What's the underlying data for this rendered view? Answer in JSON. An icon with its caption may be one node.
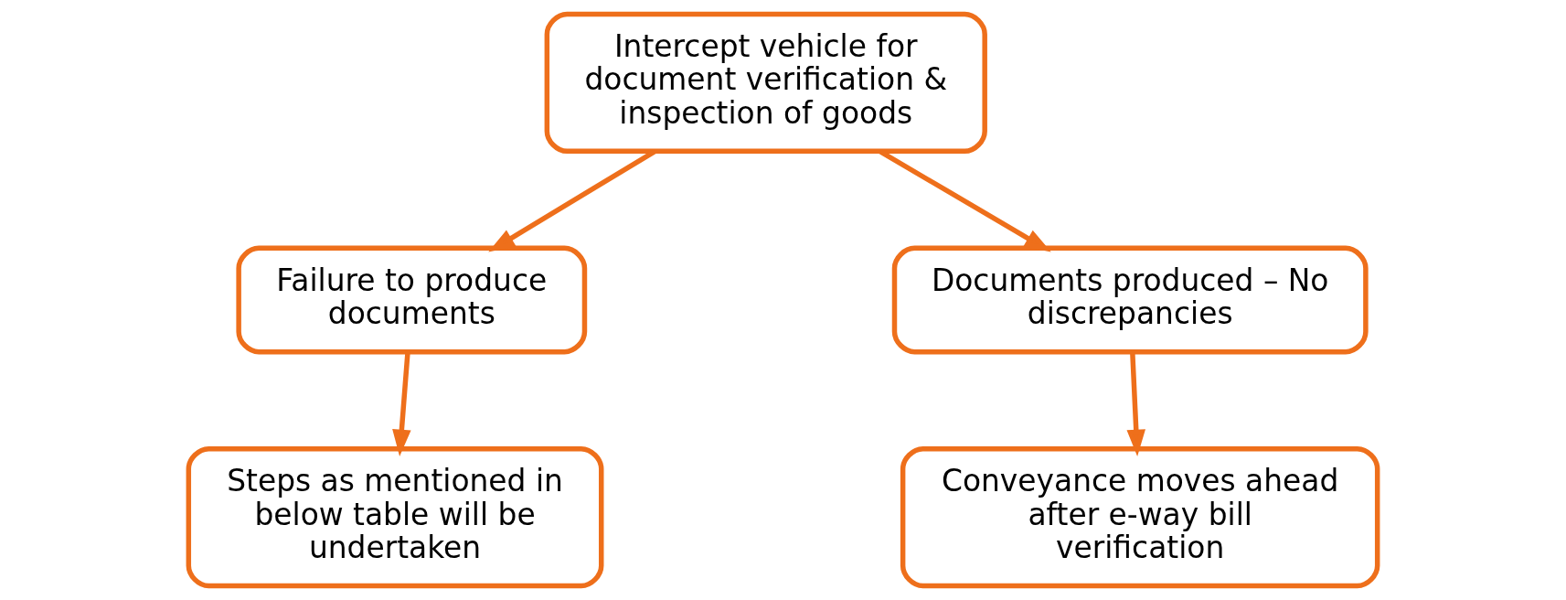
{
  "diagram": {
    "nodes": [
      {
        "text": [
          "Intercept vehicle for document verification & inspection of goods"
        ]
      },
      {
        "text": [
          "Failure to produce documents"
        ]
      },
      {
        "text": [
          "Documents produced – No discrepancies"
        ]
      },
      {
        "text": [
          "Steps as mentioned in below table will be undertaken"
        ]
      },
      {
        "text": [
          "Conveyance moves ahead after e-way bill verification"
        ]
      }
    ],
    "edges": [
      {
        "from": 0,
        "to": 1,
        "arrow": "to"
      },
      {
        "from": 0,
        "to": 2,
        "arrow": "to"
      },
      {
        "from": 1,
        "to": 3,
        "arrow": "to"
      },
      {
        "from": 2,
        "to": 4,
        "arrow": "to"
      }
    ]
  }
}
